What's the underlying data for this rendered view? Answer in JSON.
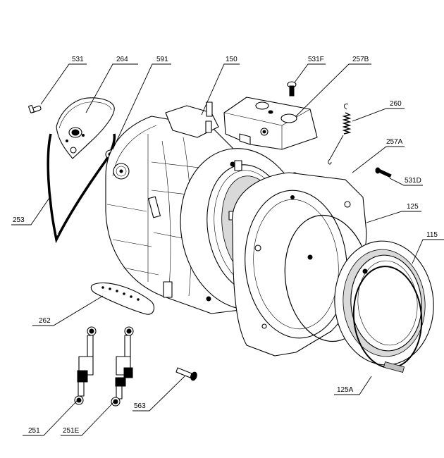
{
  "diagram": {
    "parts": [
      {
        "id": "p531",
        "label": "531"
      },
      {
        "id": "p264",
        "label": "264"
      },
      {
        "id": "p591",
        "label": "591"
      },
      {
        "id": "p150",
        "label": "150"
      },
      {
        "id": "p531F",
        "label": "531F"
      },
      {
        "id": "p257B",
        "label": "257B"
      },
      {
        "id": "p260",
        "label": "260"
      },
      {
        "id": "p257A",
        "label": "257A"
      },
      {
        "id": "p531D",
        "label": "531D"
      },
      {
        "id": "p125",
        "label": "125"
      },
      {
        "id": "p115",
        "label": "115"
      },
      {
        "id": "p253",
        "label": "253"
      },
      {
        "id": "p262",
        "label": "262"
      },
      {
        "id": "p125A",
        "label": "125A"
      },
      {
        "id": "p563",
        "label": "563"
      },
      {
        "id": "p251",
        "label": "251"
      },
      {
        "id": "p251E",
        "label": "251E"
      }
    ]
  }
}
